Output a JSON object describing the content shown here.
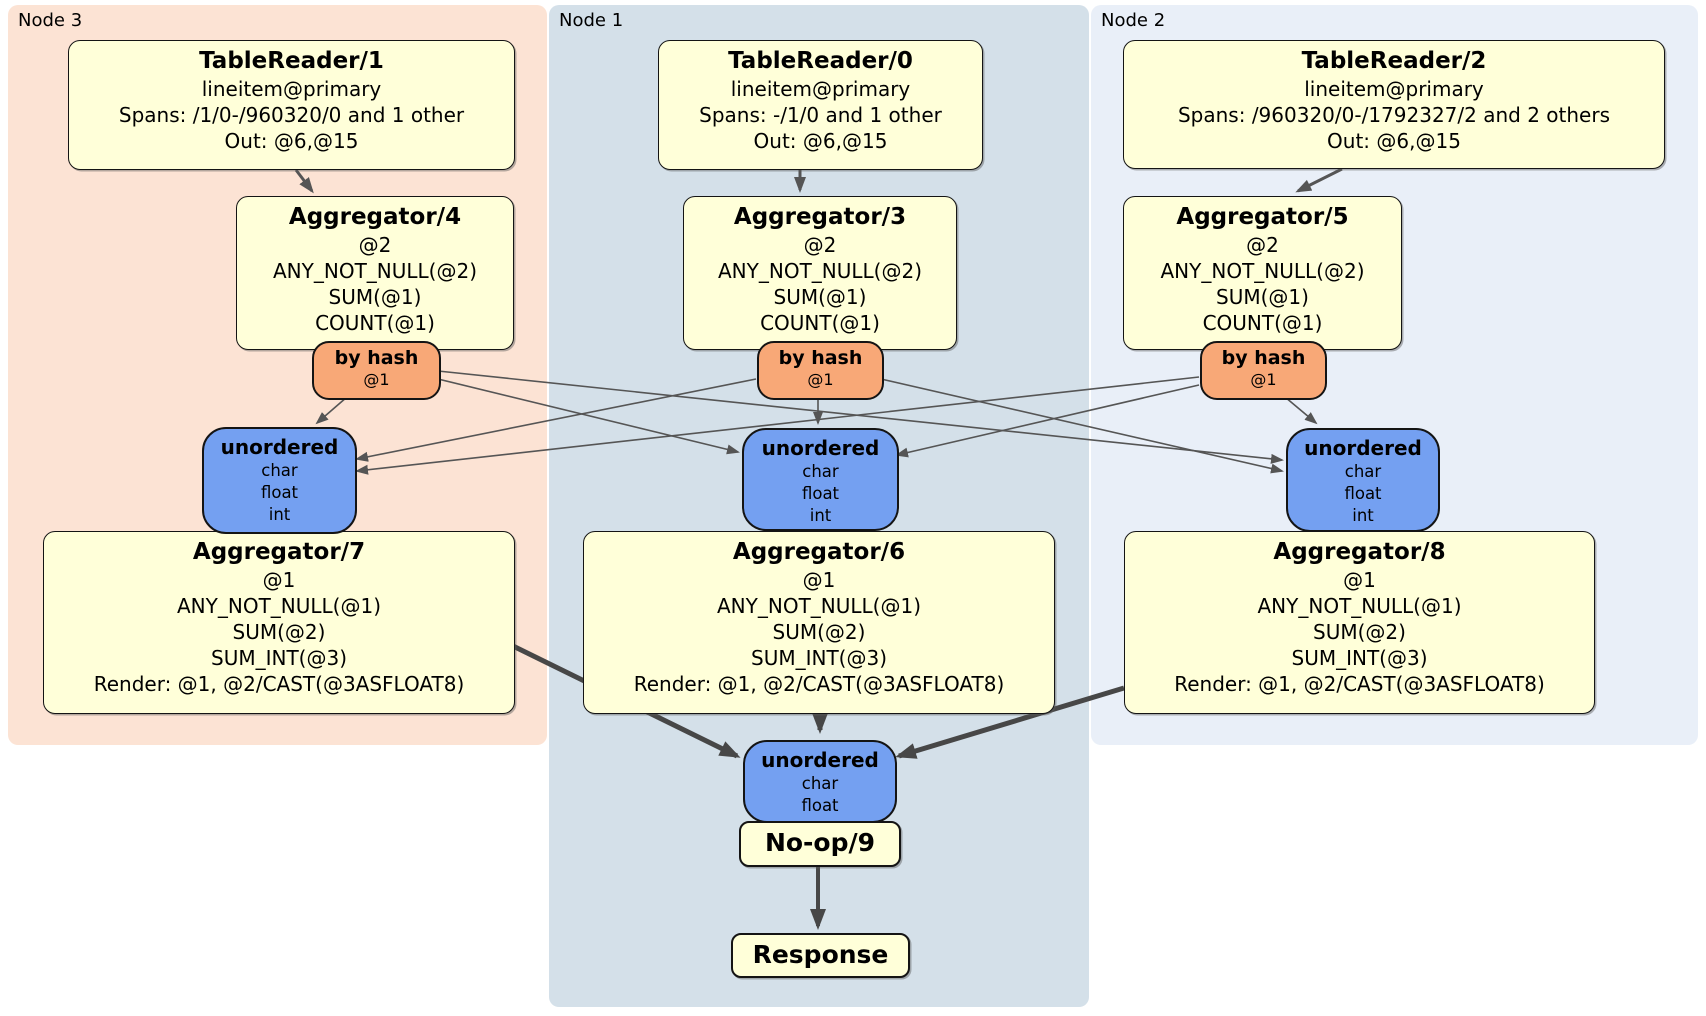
{
  "regions": [
    {
      "label": "Node 3",
      "table_reader": {
        "title": "TableReader/1",
        "lines": [
          "lineitem@primary",
          "Spans: /1/0-/960320/0 and 1 other",
          "Out: @6,@15"
        ]
      },
      "aggregator_top": {
        "title": "Aggregator/4",
        "lines": [
          "@2",
          "ANY_NOT_NULL(@2)",
          "SUM(@1)",
          "COUNT(@1)"
        ]
      },
      "router": {
        "title": "by hash",
        "detail": "@1"
      },
      "sync": {
        "title": "unordered",
        "lines": [
          "char",
          "float",
          "int"
        ]
      },
      "aggregator_bottom": {
        "title": "Aggregator/7",
        "lines": [
          "@1",
          "ANY_NOT_NULL(@1)",
          "SUM(@2)",
          "SUM_INT(@3)",
          "Render: @1, @2/CAST(@3ASFLOAT8)"
        ]
      }
    },
    {
      "label": "Node 1",
      "table_reader": {
        "title": "TableReader/0",
        "lines": [
          "lineitem@primary",
          "Spans: -/1/0 and 1 other",
          "Out: @6,@15"
        ]
      },
      "aggregator_top": {
        "title": "Aggregator/3",
        "lines": [
          "@2",
          "ANY_NOT_NULL(@2)",
          "SUM(@1)",
          "COUNT(@1)"
        ]
      },
      "router": {
        "title": "by hash",
        "detail": "@1"
      },
      "sync": {
        "title": "unordered",
        "lines": [
          "char",
          "float",
          "int"
        ]
      },
      "aggregator_bottom": {
        "title": "Aggregator/6",
        "lines": [
          "@1",
          "ANY_NOT_NULL(@1)",
          "SUM(@2)",
          "SUM_INT(@3)",
          "Render: @1, @2/CAST(@3ASFLOAT8)"
        ]
      }
    },
    {
      "label": "Node 2",
      "table_reader": {
        "title": "TableReader/2",
        "lines": [
          "lineitem@primary",
          "Spans: /960320/0-/1792327/2 and 2 others",
          "Out: @6,@15"
        ]
      },
      "aggregator_top": {
        "title": "Aggregator/5",
        "lines": [
          "@2",
          "ANY_NOT_NULL(@2)",
          "SUM(@1)",
          "COUNT(@1)"
        ]
      },
      "router": {
        "title": "by hash",
        "detail": "@1"
      },
      "sync": {
        "title": "unordered",
        "lines": [
          "char",
          "float",
          "int"
        ]
      },
      "aggregator_bottom": {
        "title": "Aggregator/8",
        "lines": [
          "@1",
          "ANY_NOT_NULL(@1)",
          "SUM(@2)",
          "SUM_INT(@3)",
          "Render: @1, @2/CAST(@3ASFLOAT8)"
        ]
      }
    }
  ],
  "final_stage": {
    "sync": {
      "title": "unordered",
      "lines": [
        "char",
        "float"
      ]
    },
    "noop_label": "No-op/9",
    "response_label": "Response"
  },
  "colors": {
    "node3_bg": "#FCE3D4",
    "node1_bg": "#D4E0E9",
    "node2_bg": "#E9EFF8",
    "processor_fill": "#FFFFD9",
    "router_fill": "#F8A877",
    "sync_fill": "#74A0F1",
    "edge": "#555555",
    "edge_thick": "#474747"
  }
}
